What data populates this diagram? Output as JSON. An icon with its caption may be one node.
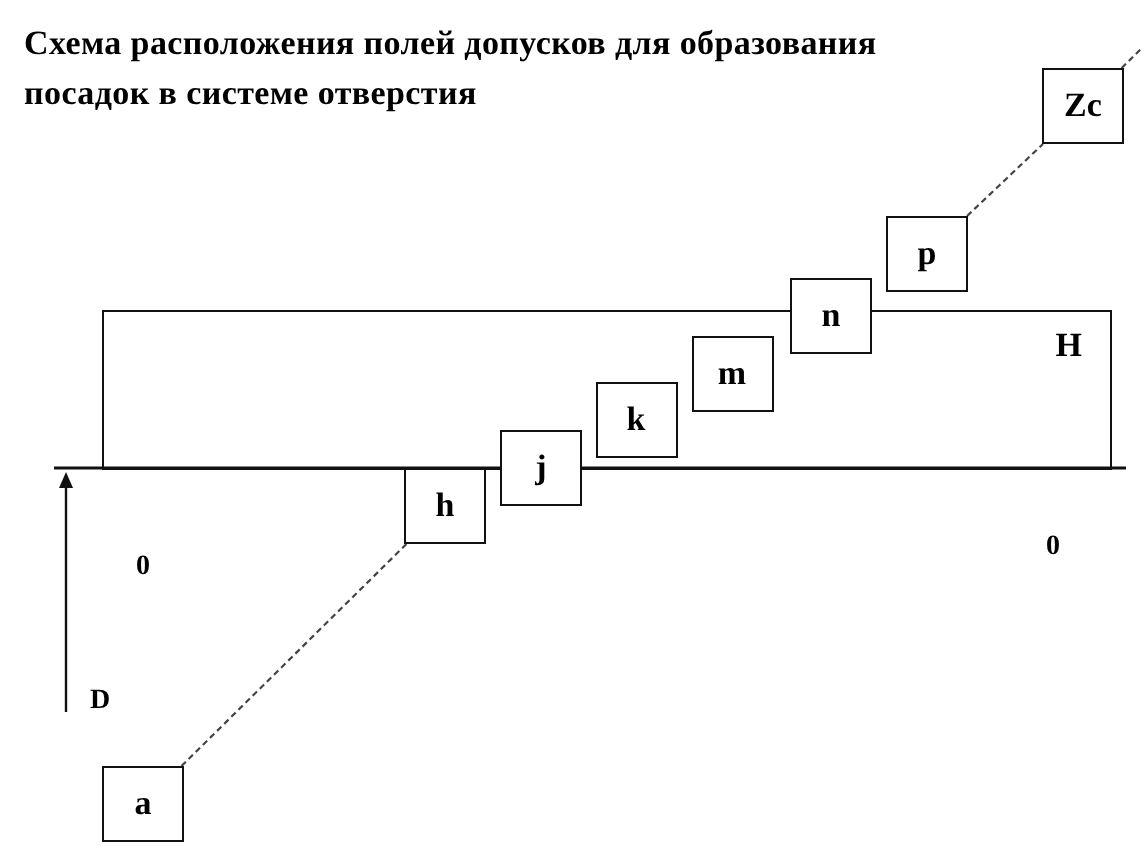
{
  "diagram": {
    "title": "Схема расположения полей допусков для образования посадок в системе отверстия",
    "nodes": [
      {
        "text": [
          "H"
        ]
      },
      {
        "text": [
          "a"
        ]
      },
      {
        "text": [
          "h"
        ]
      },
      {
        "text": [
          "j"
        ]
      },
      {
        "text": [
          "k"
        ],
        "in": 0
      },
      {
        "text": [
          "m"
        ],
        "in": 0
      },
      {
        "text": [
          "n"
        ]
      },
      {
        "text": [
          "p"
        ]
      },
      {
        "text": [
          "Zc"
        ]
      }
    ],
    "edges": [
      {
        "from": 1,
        "to": 2,
        "arrow": "none",
        "style": "dashed"
      },
      {
        "from": 7,
        "to": 8,
        "arrow": "none",
        "style": "dashed"
      },
      {
        "from": 8,
        "to": null,
        "arrow": "none",
        "style": "dashed"
      }
    ],
    "labels": [
      "0",
      "0",
      "D"
    ]
  }
}
